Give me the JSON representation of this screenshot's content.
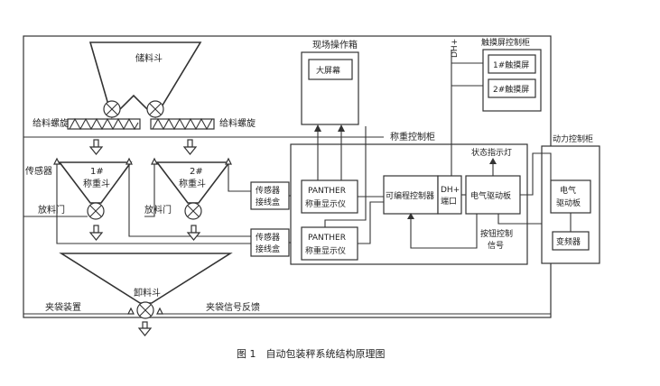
{
  "labels": {
    "storage_hopper": "储料斗",
    "feed_screw_left": "给料螺旋",
    "feed_screw_right": "给料螺旋",
    "sensor": "传感器",
    "weigh_hopper_1_num": "1#",
    "weigh_hopper_2_num": "2#",
    "weigh_hopper": "称重斗",
    "discharge_gate_left": "放料门",
    "discharge_gate_right": "放料门",
    "junction_box": "传感器",
    "junction_box_2": "接线盒",
    "panther": "PANTHER",
    "panther_sub": "称重显示仪",
    "field_box": "现场操作箱",
    "big_screen": "大屏幕",
    "weigh_cabinet": "称重控制柜",
    "plc": "可编程控制器",
    "dh_port_1": "DH+",
    "dh_port_2": "端口",
    "dh_vertical": "DH+",
    "electric_board": "电气驱动板",
    "status_lamp": "状态指示灯",
    "touch_cabinet": "触摸屏控制柜",
    "touch_1": "1#触摸屏",
    "touch_2": "2#触摸屏",
    "power_cabinet": "动力控制柜",
    "power_board_1": "电气",
    "power_board_2": "驱动板",
    "inverter": "变频器",
    "button_signal_1": "按钮控制",
    "button_signal_2": "信号",
    "unload_hopper": "卸料斗",
    "bag_clamp": "夹袋装置",
    "bag_feedback": "夹袋信号反馈"
  },
  "caption": "图 1　自动包装秤系统结构原理图"
}
